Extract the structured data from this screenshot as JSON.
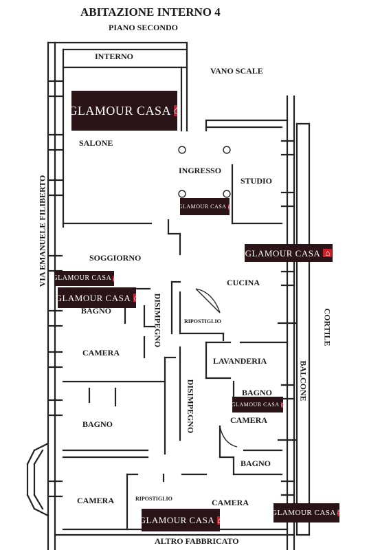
{
  "header": {
    "title": "ABITAZIONE INTERNO 4",
    "subtitle": "PIANO SECONDO"
  },
  "rooms": {
    "interno": "INTERNO",
    "vano_scale": "VANO SCALE",
    "salone": "SALONE",
    "ingresso": "INGRESSO",
    "studio": "STUDIO",
    "soggiorno": "SOGGIORNO",
    "cucina": "CUCINA",
    "bagno_1": "BAGNO",
    "ripostiglio_1": "RIPOSTIGLIO",
    "disimpegno_1": "DISIMPEGNO",
    "camera_1": "CAMERA",
    "lavanderia": "LAVANDERIA",
    "bagno_2": "BAGNO",
    "disimpegno_2": "DISIMPEGNO",
    "camera_2": "CAMERA",
    "bagno_3": "BAGNO",
    "bagno_4": "BAGNO",
    "camera_3": "CAMERA",
    "ripostiglio_2": "RIPOSTIGLIO",
    "camera_4": "CAMERA"
  },
  "exterior": {
    "street": "VIA EMANUELE FILIBERTO",
    "cortile": "CORTILE",
    "balcone": "BALCONE",
    "altro_fabbricato": "ALTRO FABBRICATO"
  },
  "watermark": {
    "brand": "GLAMOUR CASA",
    "house_glyph": "⌂",
    "logo_bg": "#2a1417",
    "logo_accent": "#c8202a"
  }
}
